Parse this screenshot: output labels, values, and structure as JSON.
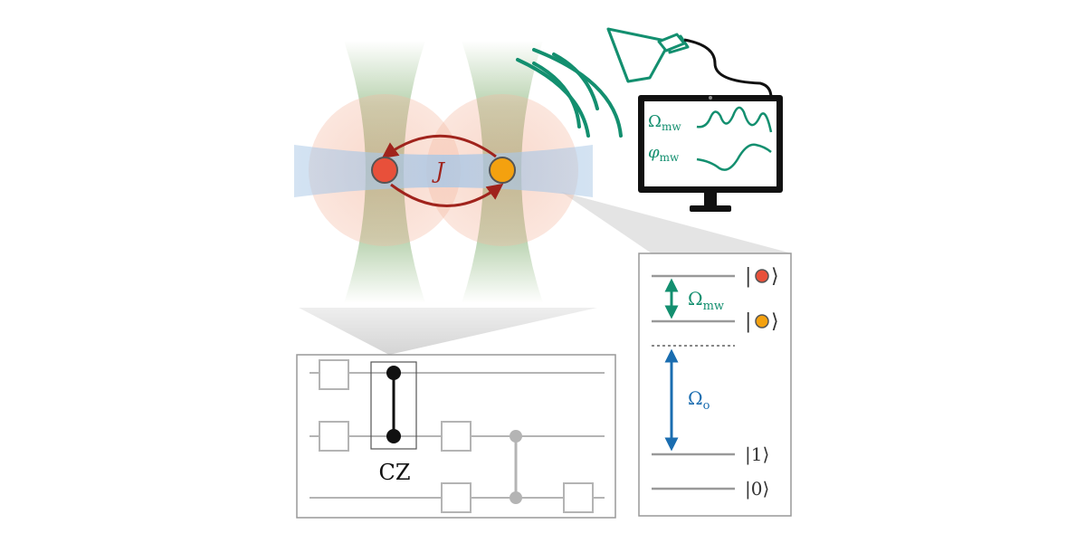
{
  "coupling": {
    "symbol": "J"
  },
  "computer_screen": {
    "amplitude": {
      "symbol": "Ω",
      "subscript": "mw"
    },
    "phase": {
      "symbol": "φ",
      "subscript": "mw"
    }
  },
  "circuit": {
    "gate_label": "CZ"
  },
  "energy_levels": {
    "microwave": {
      "symbol": "Ω",
      "subscript": "mw"
    },
    "optical": {
      "symbol": "Ω",
      "subscript": "o"
    },
    "ket_one": "|1⟩",
    "ket_zero": "|0⟩",
    "ket_open": "|",
    "ket_close": "⟩"
  },
  "colors": {
    "atom_red": "#e8503a",
    "atom_orange": "#f4a10f",
    "coupling_arrow": "#a0231c",
    "microwave": "#138f6f",
    "optical": "#1a6db0",
    "tweezer_green": "#7fae6e",
    "lattice_blue": "#a9c7e6",
    "halo": "#f4b8a0",
    "circuit_gray": "#b4b4b4"
  }
}
